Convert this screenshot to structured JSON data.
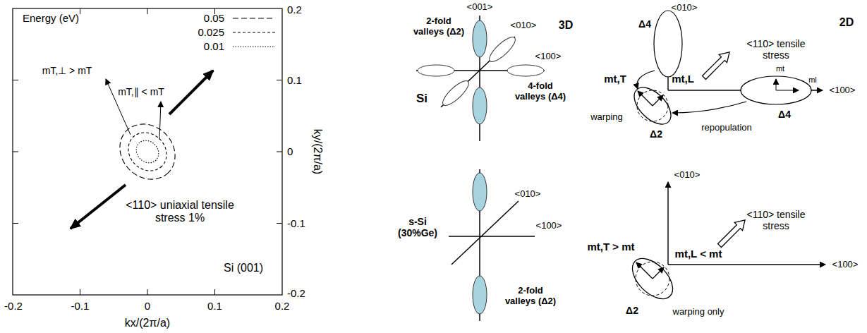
{
  "diagram": {
    "labels": [
      "Energy (eV)",
      "mT,⊥ > mT",
      "mT,∥ < mT",
      "<110> uniaxial tensile stress 1%",
      "Si (001)",
      "0.2",
      "0.1",
      "0",
      "-0.1",
      "-0.2",
      "-0.2",
      "-0.1",
      "0",
      "0.1",
      "0.2",
      "kx/(2π/a)",
      "ky/(2π/a)",
      "<001>",
      "2-fold valleys (Δ2)",
      "<010>",
      "3D",
      "<100>",
      "Si",
      "4-fold valleys (Δ4)",
      "s-Si (30%Ge)",
      "<010>",
      "<100>",
      "2-fold valleys (Δ2)",
      "<010>",
      "2D",
      "Δ4",
      "<110> tensile stress",
      "mt,T",
      "mt,L",
      "mt",
      "ml",
      "<100>",
      "Δ4",
      "warping",
      "Δ2",
      "repopulation",
      "<010>",
      "<110> tensile stress",
      "mt,T > mt",
      "mt,L < mt",
      "<100>",
      "Δ2",
      "warping only"
    ],
    "legend": [
      {
        "text": "0.05"
      },
      {
        "text": "0.025"
      },
      {
        "text": "0.01"
      }
    ]
  }
}
